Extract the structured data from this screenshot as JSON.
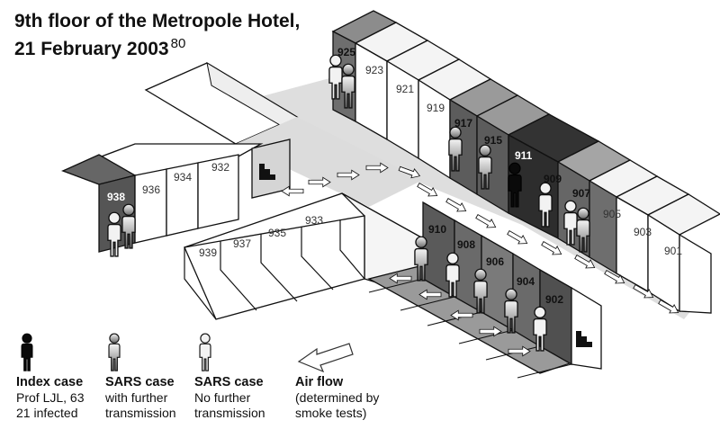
{
  "title": {
    "line1": "9th floor of the Metropole Hotel,",
    "line2": "21 February 2003",
    "ref": "80"
  },
  "rooms": {
    "r901": "901",
    "r902": "902",
    "r903": "903",
    "r904": "904",
    "r905": "905",
    "r906": "906",
    "r907": "907",
    "r908": "908",
    "r909": "909",
    "r910": "910",
    "r911": "911",
    "r915": "915",
    "r917": "917",
    "r919": "919",
    "r921": "921",
    "r923": "923",
    "r925": "925",
    "r932": "932",
    "r933": "933",
    "r934": "934",
    "r935": "935",
    "r936": "936",
    "r937": "937",
    "r938": "938",
    "r939": "939"
  },
  "legend": {
    "index": {
      "heading": "Index case",
      "line1": "Prof LJL, 63",
      "line2": "21 infected"
    },
    "sars_further": {
      "heading": "SARS case",
      "line1": "with further",
      "line2": "transmission"
    },
    "sars_no_further": {
      "heading": "SARS case",
      "line1": "No further",
      "line2": "transmission"
    },
    "airflow": {
      "heading": "Air flow",
      "line1": "(determined by",
      "line2": "smoke tests)"
    }
  },
  "icons": {
    "index_case": "person-black-icon",
    "sars_further": "person-gradient-icon",
    "sars_no_further": "person-white-icon",
    "airflow": "airflow-arrow-icon",
    "stairs": "stairs-icon"
  },
  "colors": {
    "index_case": "#0a0a0a",
    "sars_further": "#8a8a8a",
    "sars_no_further": "#f2f2f2",
    "corridor": "#d9d9d9",
    "room_dark": "#555555",
    "room_mid": "#9b9b9b"
  }
}
